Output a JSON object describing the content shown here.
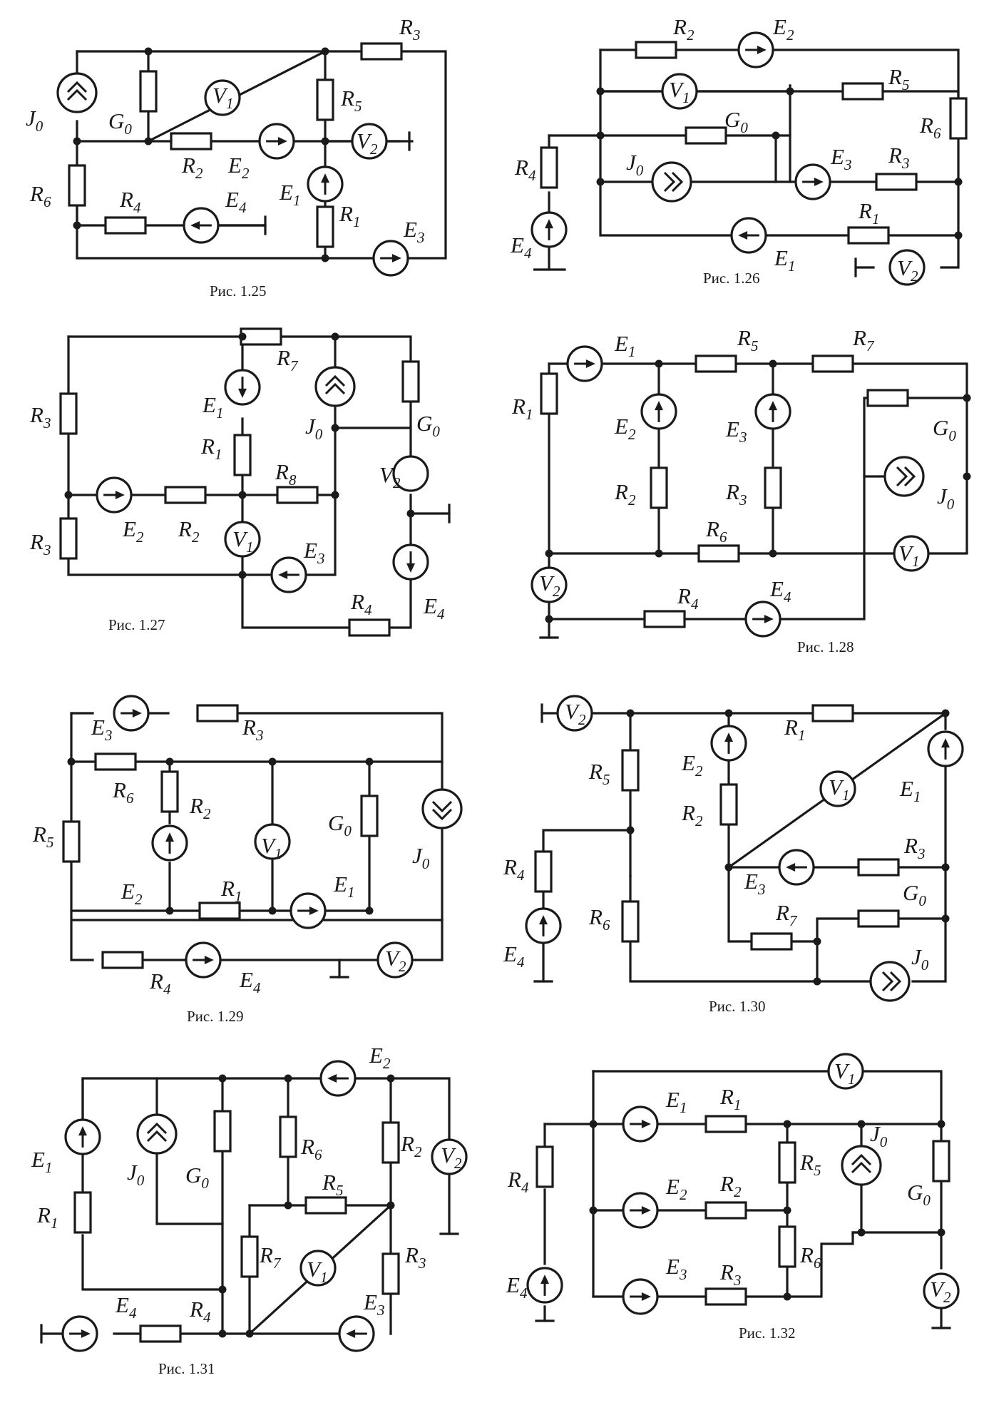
{
  "captions": [
    "Рис. 1.25",
    "Рис. 1.26",
    "Рис. 1.27",
    "Рис. 1.28",
    "Рис. 1.29",
    "Рис. 1.30",
    "Рис. 1.31",
    "Рис. 1.32"
  ],
  "circuits": [
    {
      "caption": "Рис. 1.25",
      "labels": [
        [
          "J",
          "0"
        ],
        [
          "G",
          "0"
        ],
        [
          "V",
          "1"
        ],
        [
          "R",
          "3"
        ],
        [
          "R",
          "5"
        ],
        [
          "V",
          "2"
        ],
        [
          "R",
          "2"
        ],
        [
          "E",
          "2"
        ],
        [
          "E",
          "1"
        ],
        [
          "R",
          "6"
        ],
        [
          "R",
          "4"
        ],
        [
          "E",
          "4"
        ],
        [
          "R",
          "1"
        ],
        [
          "E",
          "3"
        ]
      ]
    },
    {
      "caption": "Рис. 1.26",
      "labels": [
        [
          "R",
          "2"
        ],
        [
          "E",
          "2"
        ],
        [
          "V",
          "1"
        ],
        [
          "R",
          "5"
        ],
        [
          "G",
          "0"
        ],
        [
          "R",
          "6"
        ],
        [
          "R",
          "4"
        ],
        [
          "J",
          "0"
        ],
        [
          "E",
          "3"
        ],
        [
          "R",
          "3"
        ],
        [
          "E",
          "4"
        ],
        [
          "R",
          "1"
        ],
        [
          "E",
          "1"
        ],
        [
          "V",
          "2"
        ]
      ]
    },
    {
      "caption": "Рис. 1.27",
      "labels": [
        [
          "R",
          "7"
        ],
        [
          "R",
          "3"
        ],
        [
          "E",
          "1"
        ],
        [
          "J",
          "0"
        ],
        [
          "G",
          "0"
        ],
        [
          "R",
          "1"
        ],
        [
          "R",
          "8"
        ],
        [
          "V",
          "2"
        ],
        [
          "E",
          "2"
        ],
        [
          "R",
          "2"
        ],
        [
          "V",
          "1"
        ],
        [
          "R",
          "3"
        ],
        [
          "E",
          "3"
        ],
        [
          "E",
          "4"
        ],
        [
          "R",
          "4"
        ]
      ]
    },
    {
      "caption": "Рис. 1.28",
      "labels": [
        [
          "E",
          "1"
        ],
        [
          "R",
          "5"
        ],
        [
          "R",
          "7"
        ],
        [
          "R",
          "1"
        ],
        [
          "E",
          "2"
        ],
        [
          "E",
          "3"
        ],
        [
          "G",
          "0"
        ],
        [
          "R",
          "2"
        ],
        [
          "R",
          "3"
        ],
        [
          "J",
          "0"
        ],
        [
          "R",
          "6"
        ],
        [
          "V",
          "1"
        ],
        [
          "V",
          "2"
        ],
        [
          "R",
          "4"
        ],
        [
          "E",
          "4"
        ]
      ]
    },
    {
      "caption": "Рис. 1.29",
      "labels": [
        [
          "E",
          "3"
        ],
        [
          "R",
          "3"
        ],
        [
          "R",
          "6"
        ],
        [
          "R",
          "2"
        ],
        [
          "R",
          "5"
        ],
        [
          "V",
          "1"
        ],
        [
          "G",
          "0"
        ],
        [
          "J",
          "0"
        ],
        [
          "E",
          "2"
        ],
        [
          "R",
          "1"
        ],
        [
          "E",
          "1"
        ],
        [
          "R",
          "4"
        ],
        [
          "E",
          "4"
        ],
        [
          "V",
          "2"
        ]
      ]
    },
    {
      "caption": "Рис. 1.30",
      "labels": [
        [
          "V",
          "2"
        ],
        [
          "R",
          "1"
        ],
        [
          "R",
          "5"
        ],
        [
          "E",
          "2"
        ],
        [
          "V",
          "1"
        ],
        [
          "E",
          "1"
        ],
        [
          "R",
          "2"
        ],
        [
          "R",
          "4"
        ],
        [
          "R",
          "3"
        ],
        [
          "E",
          "3"
        ],
        [
          "G",
          "0"
        ],
        [
          "R",
          "6"
        ],
        [
          "R",
          "7"
        ],
        [
          "E",
          "4"
        ],
        [
          "J",
          "0"
        ]
      ]
    },
    {
      "caption": "Рис. 1.31",
      "labels": [
        [
          "E",
          "2"
        ],
        [
          "E",
          "1"
        ],
        [
          "J",
          "0"
        ],
        [
          "G",
          "0"
        ],
        [
          "R",
          "6"
        ],
        [
          "R",
          "2"
        ],
        [
          "V",
          "2"
        ],
        [
          "R",
          "5"
        ],
        [
          "R",
          "1"
        ],
        [
          "R",
          "7"
        ],
        [
          "V",
          "1"
        ],
        [
          "R",
          "3"
        ],
        [
          "E",
          "4"
        ],
        [
          "R",
          "4"
        ],
        [
          "E",
          "3"
        ]
      ]
    },
    {
      "caption": "Рис. 1.32",
      "labels": [
        [
          "V",
          "1"
        ],
        [
          "E",
          "1"
        ],
        [
          "R",
          "1"
        ],
        [
          "J",
          "0"
        ],
        [
          "R",
          "4"
        ],
        [
          "R",
          "5"
        ],
        [
          "G",
          "0"
        ],
        [
          "E",
          "2"
        ],
        [
          "R",
          "2"
        ],
        [
          "R",
          "6"
        ],
        [
          "E",
          "4"
        ],
        [
          "E",
          "3"
        ],
        [
          "R",
          "3"
        ],
        [
          "V",
          "2"
        ]
      ]
    }
  ]
}
